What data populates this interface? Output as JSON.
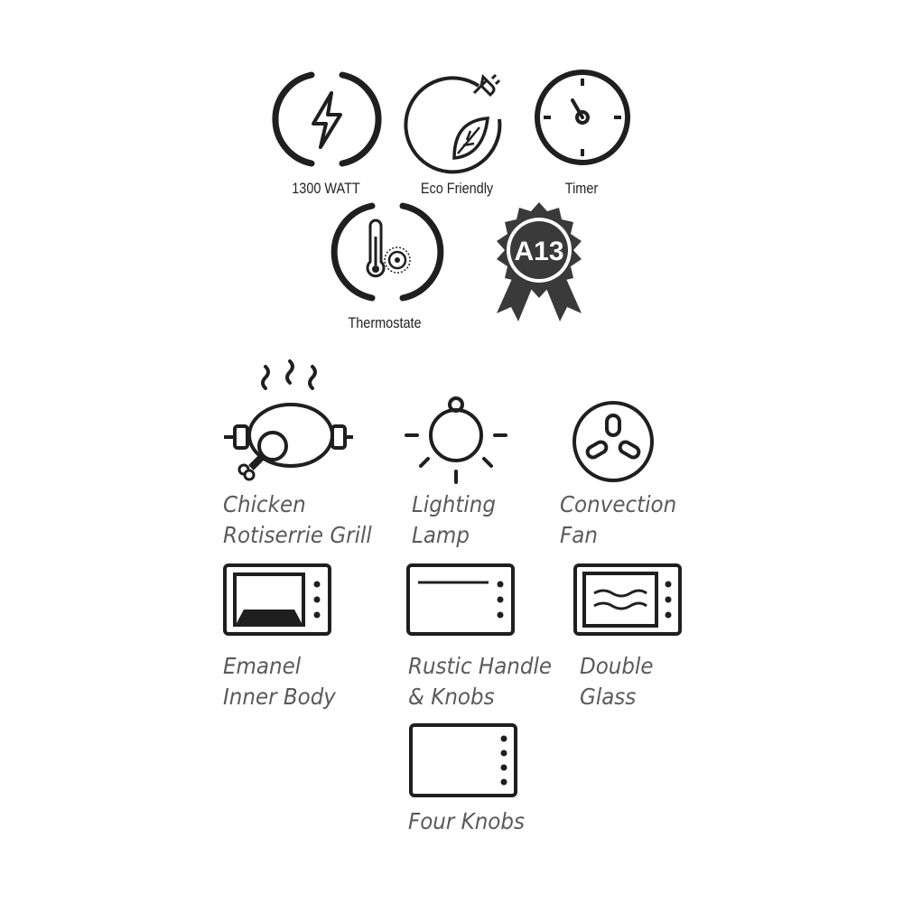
{
  "top_features": [
    {
      "label": "1300 WATT",
      "icon": "lightning-icon"
    },
    {
      "label": "Eco Friendly",
      "icon": "eco-leaf-plug-icon"
    },
    {
      "label": "Timer",
      "icon": "timer-icon"
    },
    {
      "label": "Thermostate",
      "icon": "thermometer-icon"
    },
    {
      "badge_text": "A13",
      "icon": "award-badge-icon"
    }
  ],
  "features": [
    {
      "label": "Chicken\nRotiserrie Grill",
      "icon": "rotisserie-chicken-icon"
    },
    {
      "label": "Lighting\nLamp",
      "icon": "lamp-icon"
    },
    {
      "label": "Convection\nFan",
      "icon": "fan-icon"
    },
    {
      "label": "Emanel\nInner Body",
      "icon": "oven-enamel-icon"
    },
    {
      "label": "Rustic Handle\n& Knobs",
      "icon": "oven-handle-icon"
    },
    {
      "label": "Double\nGlass",
      "icon": "oven-double-glass-icon"
    },
    {
      "label": "Four Knobs",
      "icon": "oven-four-knobs-icon"
    }
  ],
  "colors": {
    "icon": "#1f1f1f",
    "label": "#5a5a5a",
    "badge": "#3a3a3a"
  }
}
